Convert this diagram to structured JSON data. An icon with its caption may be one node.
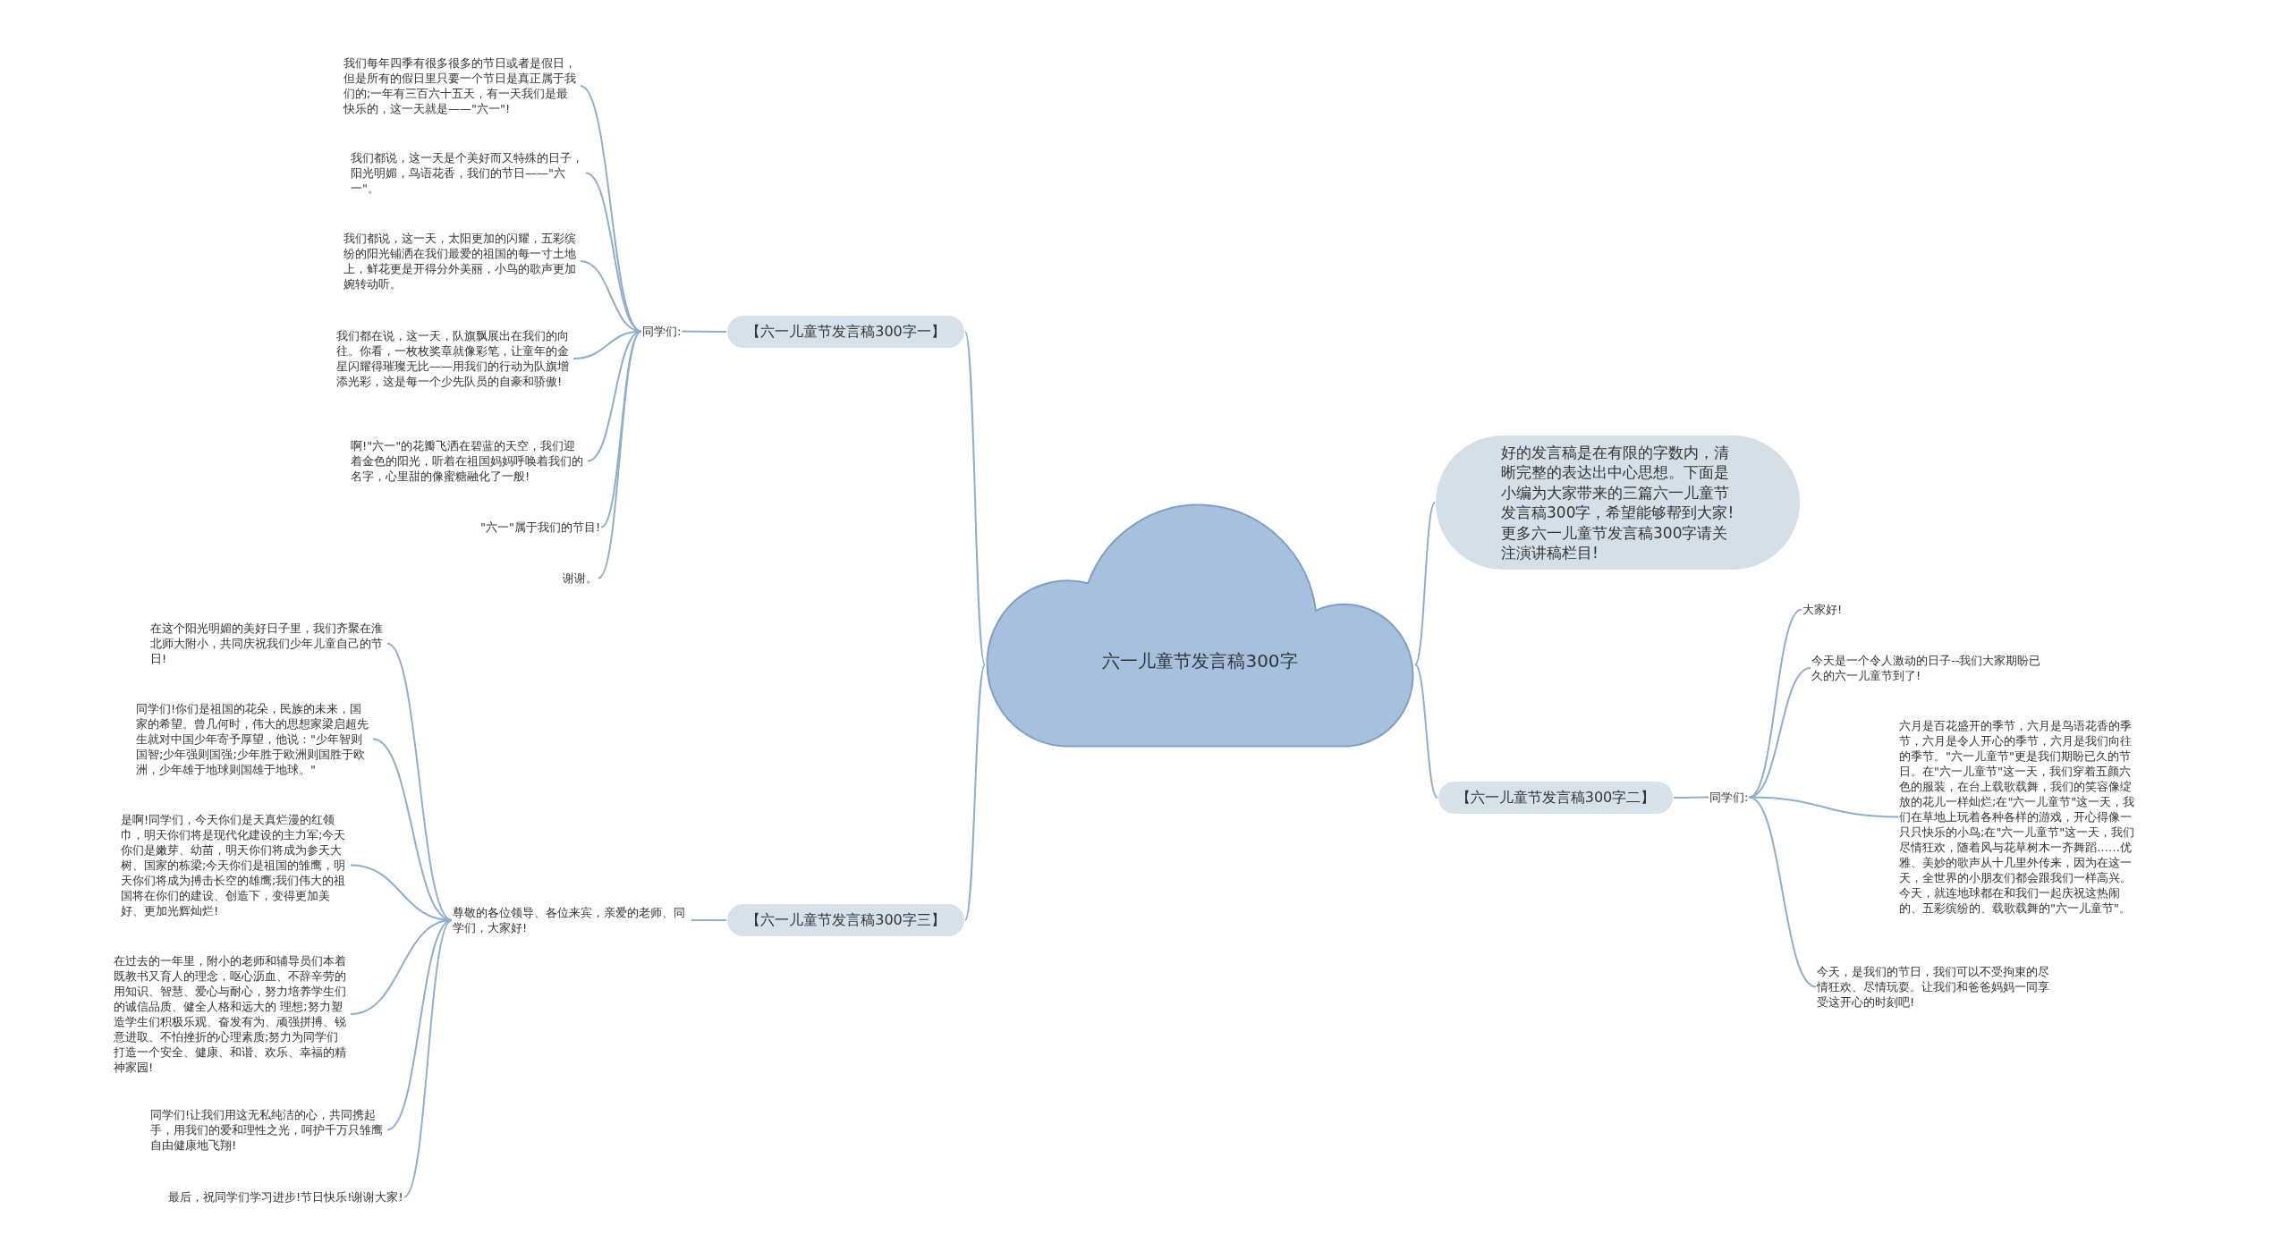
{
  "diagram": {
    "nodes": [
      {
        "text": [
          "六一儿童节发言稿300字"
        ]
      },
      {
        "text": [
          "【六一儿童节发言稿300字一】"
        ]
      },
      {
        "text": [
          "同学们:"
        ]
      },
      {
        "text": [
          "我们每年四季有很多很多的节日或者是假日，但是所有的假日里只要一个节日是真正属于我们的;一年有三百六十五天，有一天我们是最快乐的，这一天就是——\"六一\"!"
        ]
      },
      {
        "text": [
          "我们都说，这一天是个美好而又特殊的日子，阳光明媚，鸟语花香，我们的节日——\"六一\"。"
        ]
      },
      {
        "text": [
          "我们都说，这一天，太阳更加的闪耀，五彩缤纷的阳光铺洒在我们最爱的祖国的每一寸土地上，鲜花更是开得分外美丽，小鸟的歌声更加婉转动听。"
        ]
      },
      {
        "text": [
          "我们都在说，这一天，队旗飘展出在我们的向往。你看，一枚枚奖章就像彩笔，让童年的金星闪耀得璀璨无比——用我们的行动为队旗增添光彩，这是每一个少先队员的自豪和骄傲!"
        ]
      },
      {
        "text": [
          "啊!\"六一\"的花瓣飞洒在碧蓝的天空，我们迎着金色的阳光，听着在祖国妈妈呼唤着我们的名字，心里甜的像蜜糖融化了一般!"
        ]
      },
      {
        "text": [
          "\"六一\"属于我们的节目!"
        ]
      },
      {
        "text": [
          "谢谢。"
        ]
      },
      {
        "text": [
          "好的发言稿是在有限的字数内，清晰完整的表达出中心思想。下面是小编为大家带来的三篇六一儿童节发言稿300字，希望能够帮到大家!更多六一儿童节发言稿300字请关注演讲稿栏目!"
        ]
      },
      {
        "text": [
          "【六一儿童节发言稿300字二】"
        ]
      },
      {
        "text": [
          "同学们:"
        ]
      },
      {
        "text": [
          "大家好!"
        ]
      },
      {
        "text": [
          "今天是一个令人激动的日子--我们大家期盼已久的六一儿童节到了!"
        ]
      },
      {
        "text": [
          "六月是百花盛开的季节，六月是鸟语花香的季节，六月是令人开心的季节，六月是我们向往的季节。\"六一儿童节\"更是我们期盼已久的节日。在\"六一儿童节\"这一天，我们穿着五颜六色的服装，在台上载歌载舞，我们的笑容像绽放的花儿一样灿烂;在\"六一儿童节\"这一天，我们在草地上玩着各种各样的游戏，开心得像一只只快乐的小鸟;在\"六一儿童节\"这一天，我们尽情狂欢，随着风与花草树木一齐舞蹈……优雅、美妙的歌声从十几里外传来，因为在这一天，全世界的小朋友们都会跟我们一样高兴。今天，就连地球都在和我们一起庆祝这热闹的、五彩缤纷的、载歌载舞的\"六一儿童节\"。"
        ]
      },
      {
        "text": [
          "今天，是我们的节日，我们可以不受拘束的尽情狂欢、尽情玩耍。让我们和爸爸妈妈一同享受这开心的时刻吧!"
        ]
      },
      {
        "text": [
          "【六一儿童节发言稿300字三】"
        ]
      },
      {
        "text": [
          "尊敬的各位领导、各位来宾，亲爱的老师、同学们，大家好!"
        ]
      },
      {
        "text": [
          "在这个阳光明媚的美好日子里，我们齐聚在淮北师大附小，共同庆祝我们少年儿童自己的节日!"
        ]
      },
      {
        "text": [
          "同学们!你们是祖国的花朵，民族的未来，国家的希望。曾几何时，伟大的思想家梁启超先生就对中国少年寄予厚望，他说：\"少年智则国智;少年强则国强;少年胜于欧洲则国胜于欧洲，少年雄于地球则国雄于地球。\""
        ]
      },
      {
        "text": [
          "是啊!同学们，今天你们是天真烂漫的红领巾，明天你们将是现代化建设的主力军;今天你们是嫩芽、幼苗，明天你们将成为参天大树、国家的栋梁;今天你们是祖国的雏鹰，明天你们将成为搏击长空的雄鹰;我们伟大的祖国将在你们的建设、创造下，变得更加美好、更加光辉灿烂!"
        ]
      },
      {
        "text": [
          "在过去的一年里，附小的老师和辅导员们本着既教书又育人的理念，呕心沥血、不辞辛劳的用知识、智慧、爱心与耐心，努力培养学生们的诚信品质、健全人格和远大的 理想;努力塑造学生们积极乐观、奋发有为、顽强拼搏、锐意进取、不怕挫折的心理素质;努力为同学们打造一个安全、健康、和谐、欢乐、幸福的精神家园!"
        ]
      },
      {
        "text": [
          "同学们!让我们用这无私纯洁的心，共同携起手，用我们的爱和理性之光，呵护千万只雏鹰自由健康地飞翔!"
        ]
      },
      {
        "text": [
          "最后，祝同学们学习进步!节日快乐!谢谢大家!"
        ]
      }
    ],
    "edges": [
      {
        "from": 0,
        "to": 1,
        "arrow": "none"
      },
      {
        "from": 1,
        "to": 2,
        "arrow": "none"
      },
      {
        "from": 2,
        "to": 3,
        "arrow": "none"
      },
      {
        "from": 2,
        "to": 4,
        "arrow": "none"
      },
      {
        "from": 2,
        "to": 5,
        "arrow": "none"
      },
      {
        "from": 2,
        "to": 6,
        "arrow": "none"
      },
      {
        "from": 2,
        "to": 7,
        "arrow": "none"
      },
      {
        "from": 2,
        "to": 8,
        "arrow": "none"
      },
      {
        "from": 2,
        "to": 9,
        "arrow": "none"
      },
      {
        "from": 0,
        "to": 10,
        "arrow": "none"
      },
      {
        "from": 0,
        "to": 11,
        "arrow": "none"
      },
      {
        "from": 11,
        "to": 12,
        "arrow": "none"
      },
      {
        "from": 12,
        "to": 13,
        "arrow": "none"
      },
      {
        "from": 12,
        "to": 14,
        "arrow": "none"
      },
      {
        "from": 12,
        "to": 15,
        "arrow": "none"
      },
      {
        "from": 12,
        "to": 16,
        "arrow": "none"
      },
      {
        "from": 0,
        "to": 17,
        "arrow": "none"
      },
      {
        "from": 17,
        "to": 18,
        "arrow": "none"
      },
      {
        "from": 18,
        "to": 19,
        "arrow": "none"
      },
      {
        "from": 18,
        "to": 20,
        "arrow": "none"
      },
      {
        "from": 18,
        "to": 21,
        "arrow": "none"
      },
      {
        "from": 18,
        "to": 22,
        "arrow": "none"
      },
      {
        "from": 18,
        "to": 23,
        "arrow": "none"
      },
      {
        "from": 18,
        "to": 24,
        "arrow": "none"
      }
    ]
  }
}
